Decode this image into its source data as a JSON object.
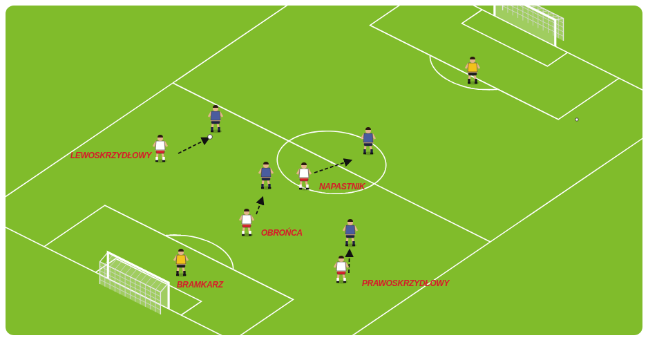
{
  "diagram": {
    "labels": [
      "LEWOSKRZYDŁOWY",
      "NAPASTNIK",
      "OBROŃCA",
      "BRAMKARZ",
      "PRAWOSKRZYDŁOWY"
    ]
  }
}
